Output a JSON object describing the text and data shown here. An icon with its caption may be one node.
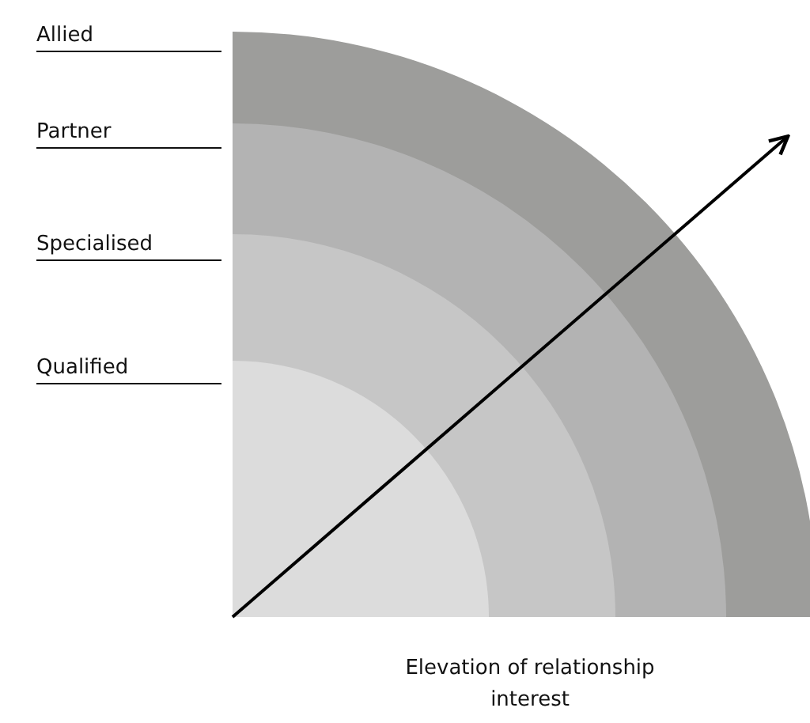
{
  "diagram": {
    "labels": [
      "Allied",
      "Partner",
      "Specialised",
      "Qualified",
      "Elevation of relationship interest"
    ]
  }
}
